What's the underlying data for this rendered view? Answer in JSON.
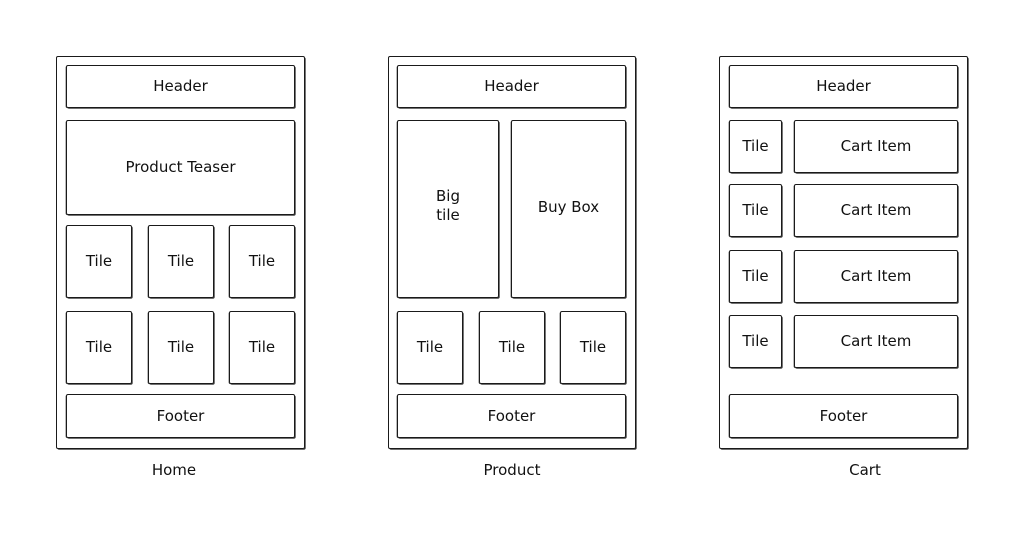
{
  "home": {
    "caption": "Home",
    "header": "Header",
    "teaser": "Product Teaser",
    "tiles": [
      "Tile",
      "Tile",
      "Tile",
      "Tile",
      "Tile",
      "Tile"
    ],
    "footer": "Footer"
  },
  "product": {
    "caption": "Product",
    "header": "Header",
    "big_tile": "Big\ntile",
    "buy_box": "Buy Box",
    "tiles": [
      "Tile",
      "Tile",
      "Tile"
    ],
    "footer": "Footer"
  },
  "cart": {
    "caption": "Cart",
    "header": "Header",
    "tiles": [
      "Tile",
      "Tile",
      "Tile",
      "Tile"
    ],
    "items": [
      "Cart Item",
      "Cart Item",
      "Cart Item",
      "Cart Item"
    ],
    "footer": "Footer"
  }
}
